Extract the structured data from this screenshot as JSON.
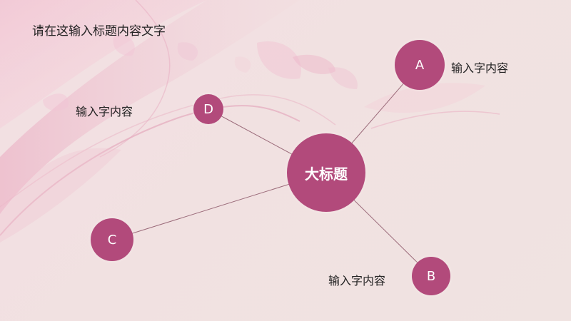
{
  "title": "请在这输入标题内容文字",
  "center": {
    "text": "大标题"
  },
  "nodes": [
    {
      "id": "A",
      "letter": "A",
      "label": "输入字内容"
    },
    {
      "id": "B",
      "letter": "B",
      "label": "输入字内容"
    },
    {
      "id": "C",
      "letter": "C",
      "label": ""
    },
    {
      "id": "D",
      "letter": "D",
      "label": "输入字内容"
    }
  ],
  "colors": {
    "node": "#b24a7b",
    "line": "#9b6b7a",
    "text": "#222222"
  }
}
